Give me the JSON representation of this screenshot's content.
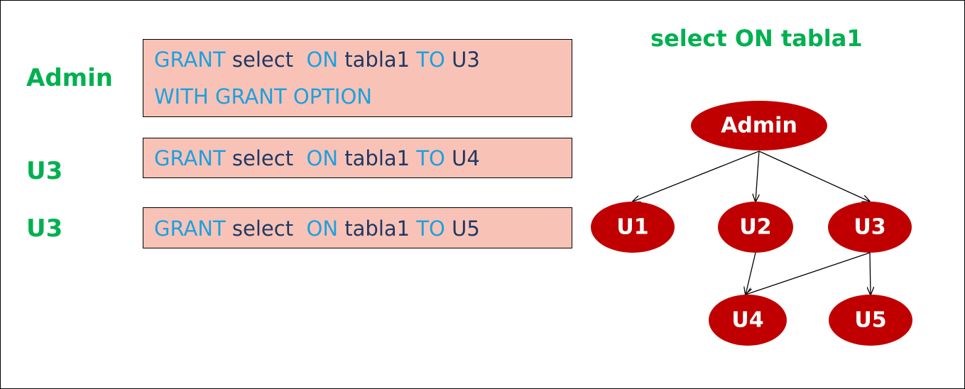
{
  "actors": [
    "Admin",
    "U3",
    "U3"
  ],
  "statements": [
    {
      "lines": [
        [
          {
            "t": "GRANT",
            "k": true
          },
          {
            "t": " select  ",
            "k": false
          },
          {
            "t": "ON",
            "k": true
          },
          {
            "t": " tabla1 ",
            "k": false
          },
          {
            "t": "TO",
            "k": true
          },
          {
            "t": " U3",
            "k": false
          }
        ],
        [
          {
            "t": "WITH GRANT OPTION",
            "k": true
          }
        ]
      ]
    },
    {
      "lines": [
        [
          {
            "t": "GRANT",
            "k": true
          },
          {
            "t": " select  ",
            "k": false
          },
          {
            "t": "ON",
            "k": true
          },
          {
            "t": " tabla1 ",
            "k": false
          },
          {
            "t": "TO",
            "k": true
          },
          {
            "t": " U4",
            "k": false
          }
        ]
      ]
    },
    {
      "lines": [
        [
          {
            "t": "GRANT",
            "k": true
          },
          {
            "t": " select  ",
            "k": false
          },
          {
            "t": "ON",
            "k": true
          },
          {
            "t": " tabla1 ",
            "k": false
          },
          {
            "t": "TO",
            "k": true
          },
          {
            "t": " U5",
            "k": false
          }
        ]
      ]
    }
  ],
  "graph": {
    "title": "select ON tabla1",
    "nodes": [
      {
        "id": "admin",
        "label": "Admin"
      },
      {
        "id": "u1",
        "label": "U1"
      },
      {
        "id": "u2",
        "label": "U2"
      },
      {
        "id": "u3",
        "label": "U3"
      },
      {
        "id": "u4",
        "label": "U4"
      },
      {
        "id": "u5",
        "label": "U5"
      }
    ],
    "edges": [
      {
        "from": "admin",
        "to": "u1"
      },
      {
        "from": "admin",
        "to": "u2"
      },
      {
        "from": "admin",
        "to": "u3"
      },
      {
        "from": "u2",
        "to": "u4"
      },
      {
        "from": "u3",
        "to": "u4"
      },
      {
        "from": "u3",
        "to": "u5"
      }
    ]
  },
  "colors": {
    "actor": "#00b050",
    "keyword": "#1ba1e2",
    "text": "#1f3864",
    "box_fill": "#f8c3b6",
    "node_fill": "#c00000",
    "node_text": "#ffffff"
  }
}
